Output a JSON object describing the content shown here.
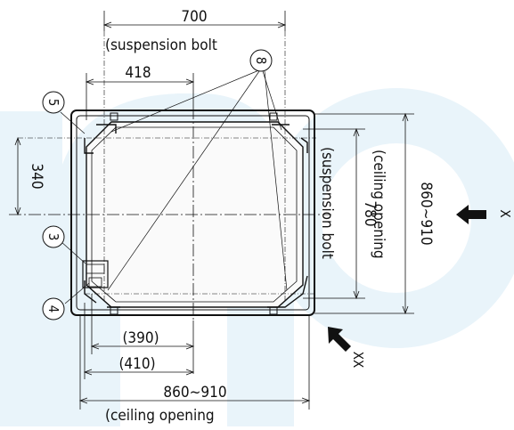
{
  "colors": {
    "watermark": "#e6f2f9",
    "watermark_dark": "#d6eaf5",
    "line": "#111111",
    "frame_fill": "#e8e8e8"
  },
  "dimensions": {
    "d700": "700",
    "suspension_bolt_top": "(suspension bolt",
    "d418": "418",
    "d340": "340",
    "d780": "780",
    "suspension_bolt_side": "(suspension bolt",
    "ceiling_opening_side": "(ceiling opening",
    "d860_910_side": "860~910",
    "d390": "(390)",
    "d410": "(410)",
    "d860_910_bottom": "860~910",
    "ceiling_opening_bottom": "(ceiling opening"
  },
  "callouts": {
    "c5": "5",
    "c8": "8",
    "c3": "3",
    "c4": "4"
  },
  "views": {
    "x": "X",
    "xx": "XX"
  }
}
